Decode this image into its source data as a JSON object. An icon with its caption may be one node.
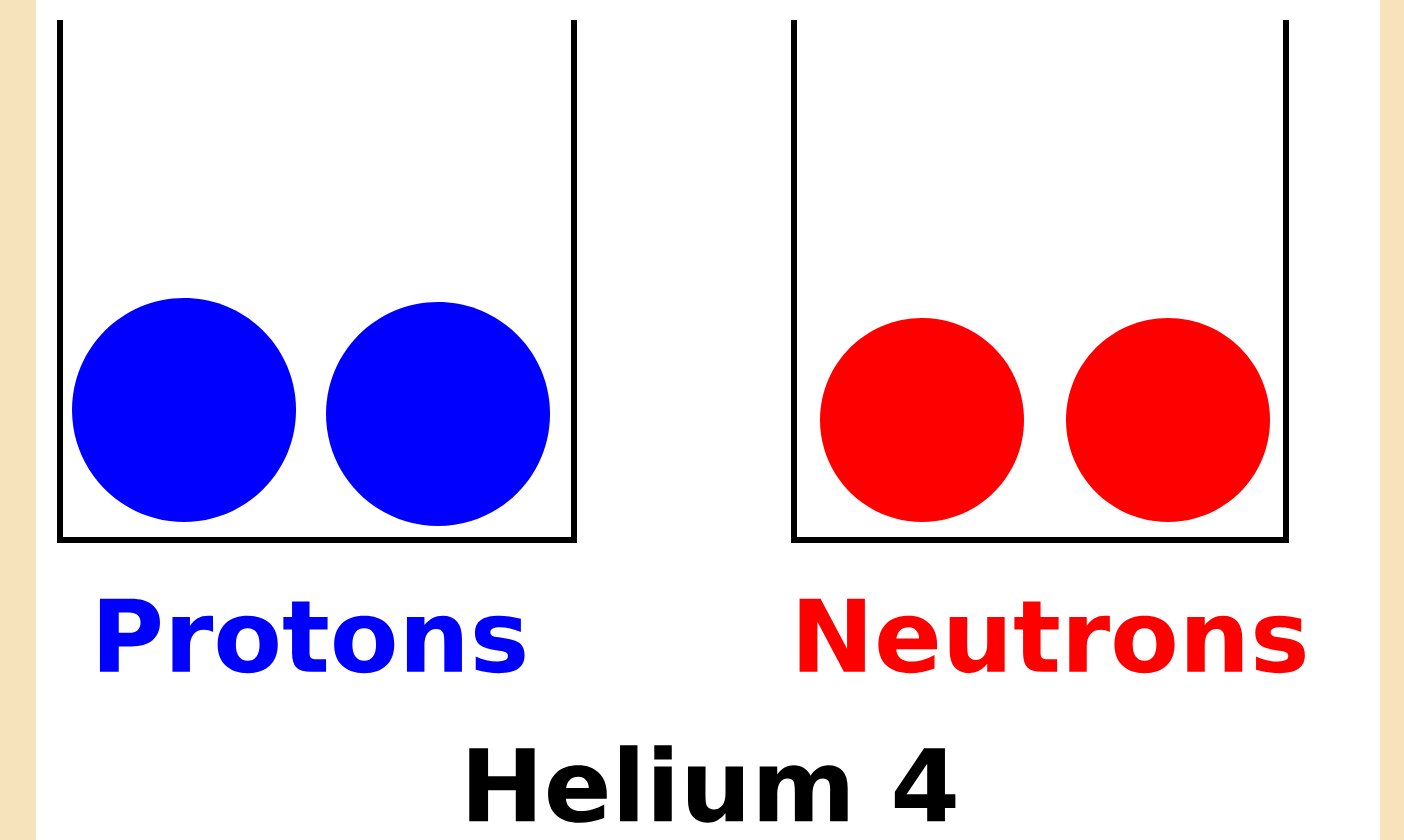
{
  "diagram": {
    "title": "Helium 4",
    "nodes": [
      {
        "text": [
          "Protons"
        ]
      },
      {
        "text": [
          "Neutrons"
        ]
      },
      {
        "text": [],
        "shape": "circle",
        "in": 0
      },
      {
        "text": [],
        "shape": "circle",
        "in": 0
      },
      {
        "text": [],
        "shape": "circle",
        "in": 1
      },
      {
        "text": [],
        "shape": "circle",
        "in": 1
      }
    ]
  }
}
